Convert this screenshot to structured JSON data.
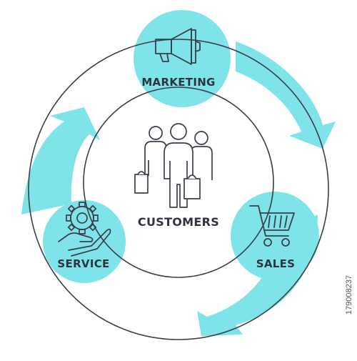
{
  "diagram": {
    "center_label": "CUSTOMERS",
    "nodes": [
      {
        "id": "marketing",
        "label": "MARKETING",
        "icon": "megaphone-icon"
      },
      {
        "id": "sales",
        "label": "SALES",
        "icon": "shopping-cart-icon"
      },
      {
        "id": "service",
        "label": "SERVICE",
        "icon": "gear-hand-icon"
      }
    ],
    "center_icon": "customers-group-icon"
  },
  "colors": {
    "accent": "#7fe3ea",
    "line": "#3a3f4a",
    "text": "#2d3440",
    "background": "#ffffff"
  },
  "stock_id": "179008237"
}
